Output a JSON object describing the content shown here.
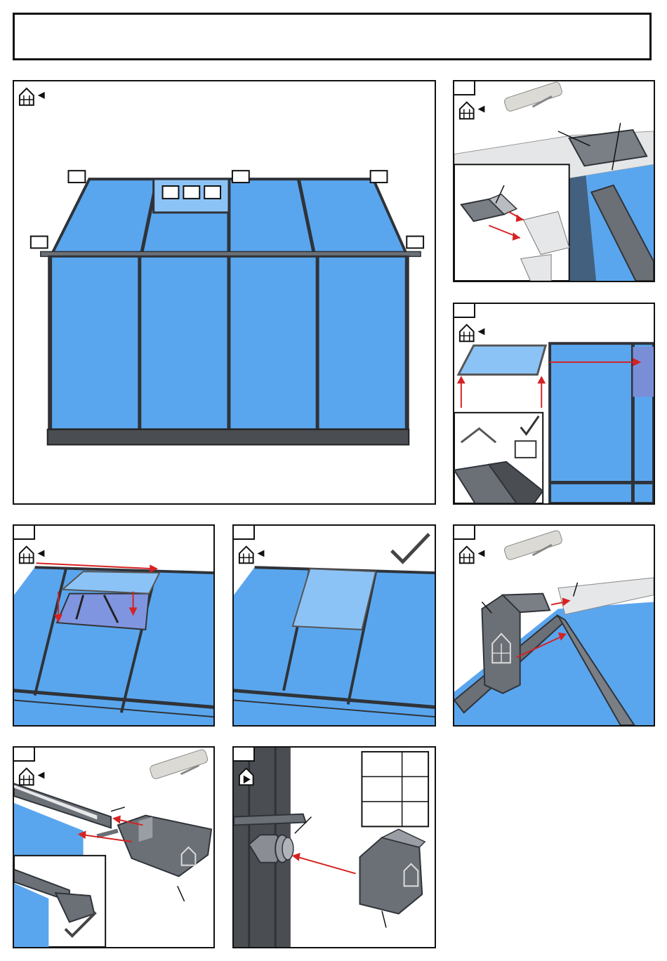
{
  "page": {
    "title": ""
  },
  "colors": {
    "glass": "#5aa6ee",
    "glass_light": "#8cc3f6",
    "frame": "#2f3339",
    "frame_light": "#6b6f76",
    "arrow": "#d62222",
    "sealant_tube": "#dcdad4"
  },
  "icons": {
    "house_view_front": "house-front-view-icon",
    "house_view_back": "house-back-view-icon",
    "checkmark": "checkmark-icon",
    "sealant": "sealant-tube-icon"
  },
  "panels": [
    {
      "id": "main",
      "step_label": ""
    },
    {
      "id": "step-1",
      "step_label": ""
    },
    {
      "id": "step-2",
      "step_label": ""
    },
    {
      "id": "step-3",
      "step_label": ""
    },
    {
      "id": "step-4",
      "step_label": ""
    },
    {
      "id": "step-5",
      "step_label": ""
    },
    {
      "id": "step-6",
      "step_label": ""
    },
    {
      "id": "step-7",
      "step_label": ""
    }
  ]
}
